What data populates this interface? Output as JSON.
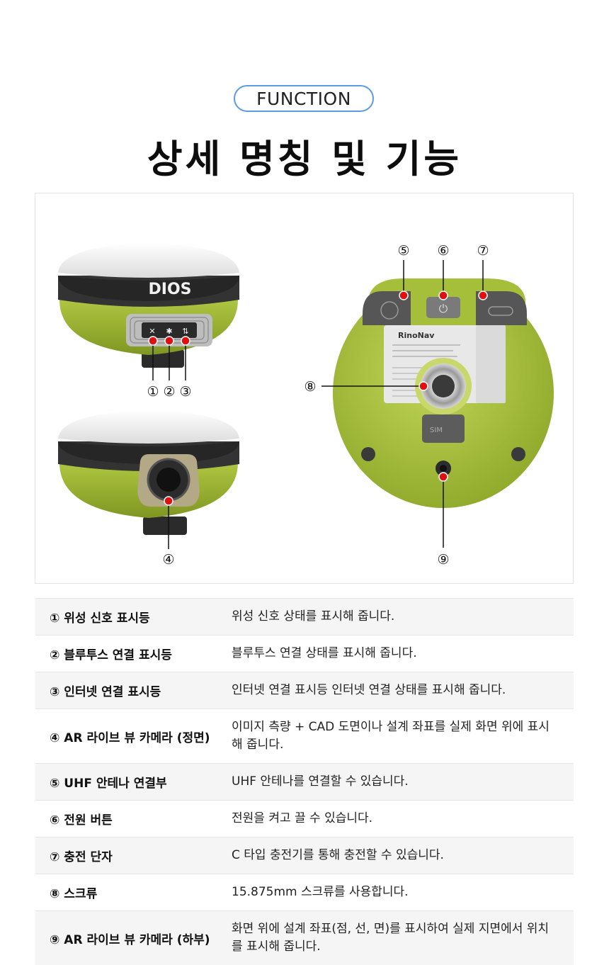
{
  "header": {
    "badge": "FUNCTION",
    "title": "상세 명칭 및 기능"
  },
  "figure": {
    "device_logo": "DIOS",
    "bottom_brand": "RinoNav",
    "sim_label": "SIM",
    "callouts": [
      "①",
      "②",
      "③",
      "④",
      "⑤",
      "⑥",
      "⑦",
      "⑧",
      "⑨"
    ],
    "colors": {
      "shell_green": "#a3bd32",
      "cap_white": "#f4f4f4",
      "band_dark": "#2e2e2e",
      "marker_red": "#e01010"
    }
  },
  "spec": {
    "rows": [
      {
        "label": "① 위성 신호 표시등",
        "desc": "위성 신호 상태를 표시해 줍니다."
      },
      {
        "label": "② 블루투스 연결 표시등",
        "desc": "블루투스 연결 상태를 표시해 줍니다."
      },
      {
        "label": "③ 인터넷 연결 표시등",
        "desc": "인터넷 연결 표시등 인터넷 연결 상태를 표시해 줍니다."
      },
      {
        "label": "④ AR 라이브 뷰 카메라 (정면)",
        "desc": "이미지 측량 + CAD 도면이나 설계 좌표를 실제 화면 위에 표시해 줍니다."
      },
      {
        "label": "⑤ UHF 안테나 연결부",
        "desc": "UHF 안테나를 연결할 수 있습니다."
      },
      {
        "label": "⑥ 전원 버튼",
        "desc": "전원을 켜고 끌 수 있습니다."
      },
      {
        "label": "⑦ 충전 단자",
        "desc": "C 타입 충전기를 통해 충전할 수 있습니다."
      },
      {
        "label": "⑧ 스크류",
        "desc": "15.875mm 스크류를 사용합니다."
      },
      {
        "label": "⑨ AR 라이브 뷰 카메라 (하부)",
        "desc": "화면 위에 설계 좌표(점, 선, 면)를 표시하여 실제 지면에서 위치를 표시해 줍니다."
      }
    ]
  }
}
